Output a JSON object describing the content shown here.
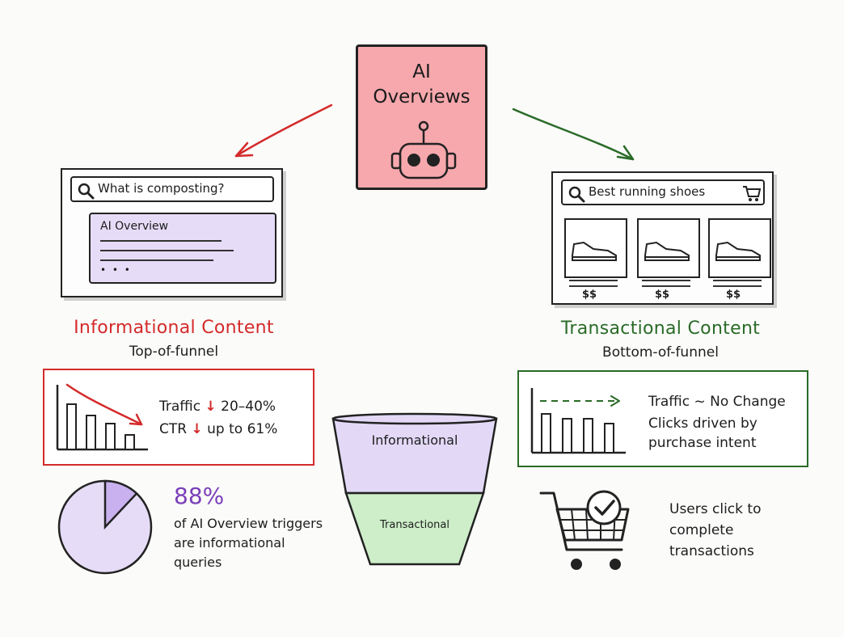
{
  "center": {
    "title": "AI\nOverviews",
    "icon": "robot-icon",
    "fill": "#f6a8ad"
  },
  "left": {
    "search_text": "What is composting?",
    "overview_label": "AI Overview",
    "overview_ellipsis": "• • •",
    "heading": "Informational Content",
    "subheading": "Top-of-funnel",
    "heading_color": "#d42a2a",
    "stats": {
      "traffic_label": "Traffic",
      "traffic_value": "20–40%",
      "ctr_label": "CTR",
      "ctr_value": "up to 61%",
      "down_arrow": "↓"
    },
    "pie": {
      "percent": "88%",
      "fraction": 0.88,
      "caption": "of AI Overview triggers are informational queries",
      "caption_lines": [
        "of AI Overview triggers",
        "are informational",
        "queries"
      ]
    }
  },
  "right": {
    "search_text": "Best running shoes",
    "price_label": "$$",
    "heading": "Transactional Content",
    "subheading": "Bottom-of-funnel",
    "heading_color": "#2a6b27",
    "stats": {
      "traffic_label": "Traffic ~ No Change",
      "clicks_line1": "Clicks driven by",
      "clicks_line2": "purchase intent"
    },
    "cart_note_lines": [
      "Users click to",
      "complete",
      "transactions"
    ]
  },
  "funnel": {
    "top_label": "Informational",
    "bottom_label": "Transactional",
    "top_color": "#e3d9f7",
    "bottom_color": "#cdeec8"
  },
  "colors": {
    "red": "#d42a2a",
    "green": "#2a6b27",
    "purple": "#7a3fb8",
    "lavender": "#e6dcf7"
  }
}
